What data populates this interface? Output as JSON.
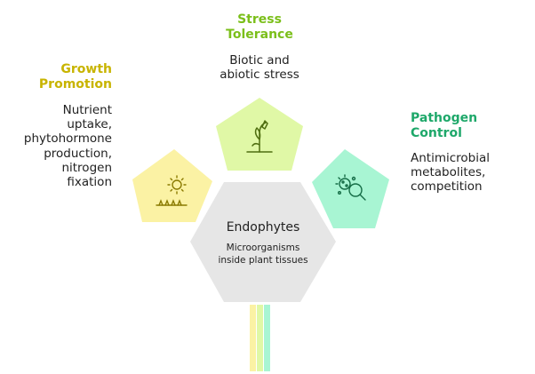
{
  "center": {
    "title": "Endophytes",
    "description": "Microorganisms\ninside plant tissues",
    "fill": "#e6e6e6"
  },
  "nodes": [
    {
      "id": "growth",
      "title": "Growth\nPromotion",
      "description": "Nutrient\nuptake,\nphytohormone\nproduction,\nnitrogen\nfixation",
      "title_color": "#c8b400",
      "fill": "#fbf2a4",
      "icon": "sun-grass-icon"
    },
    {
      "id": "stress",
      "title": "Stress\nTolerance",
      "description": "Biotic and\nabiotic stress",
      "title_color": "#7bbf1a",
      "fill": "#e0f8a6",
      "icon": "wilted-plant-icon"
    },
    {
      "id": "pathogen",
      "title": "Pathogen\nControl",
      "description": "Antimicrobial\nmetabolites,\ncompetition",
      "title_color": "#1ea86a",
      "fill": "#a8f5d3",
      "icon": "microbe-magnifier-icon"
    }
  ],
  "stem_colors": [
    "#fbf2a4",
    "#e0f8a6",
    "#a8f5d3"
  ]
}
